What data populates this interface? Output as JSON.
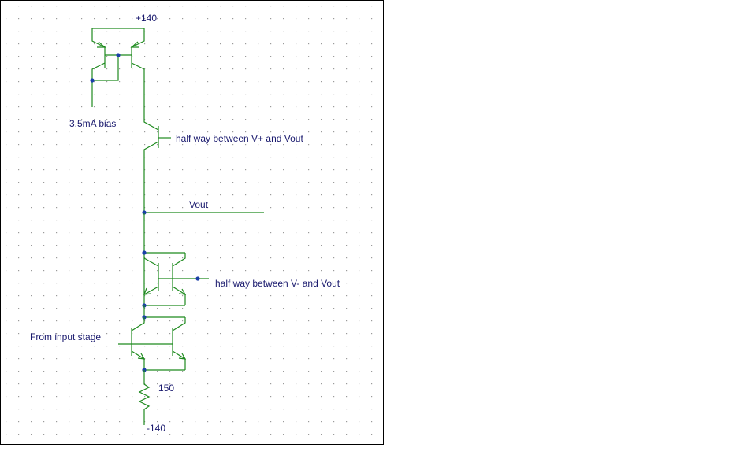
{
  "colors": {
    "wire": "#1e8a1e",
    "junction": "#1a3fa8",
    "label": "#1a1a6e",
    "grid_dot": "#9a9a9a",
    "frame": "#000000",
    "background": "#ffffff"
  },
  "labels": {
    "supply_positive": "+140",
    "bias_current": "3.5mA bias",
    "upper_tap": "half way between V+ and Vout",
    "output": "Vout",
    "lower_tap": "half way between V- and Vout",
    "input": "From input stage",
    "emitter_resistor": "150",
    "supply_negative": "-140"
  }
}
